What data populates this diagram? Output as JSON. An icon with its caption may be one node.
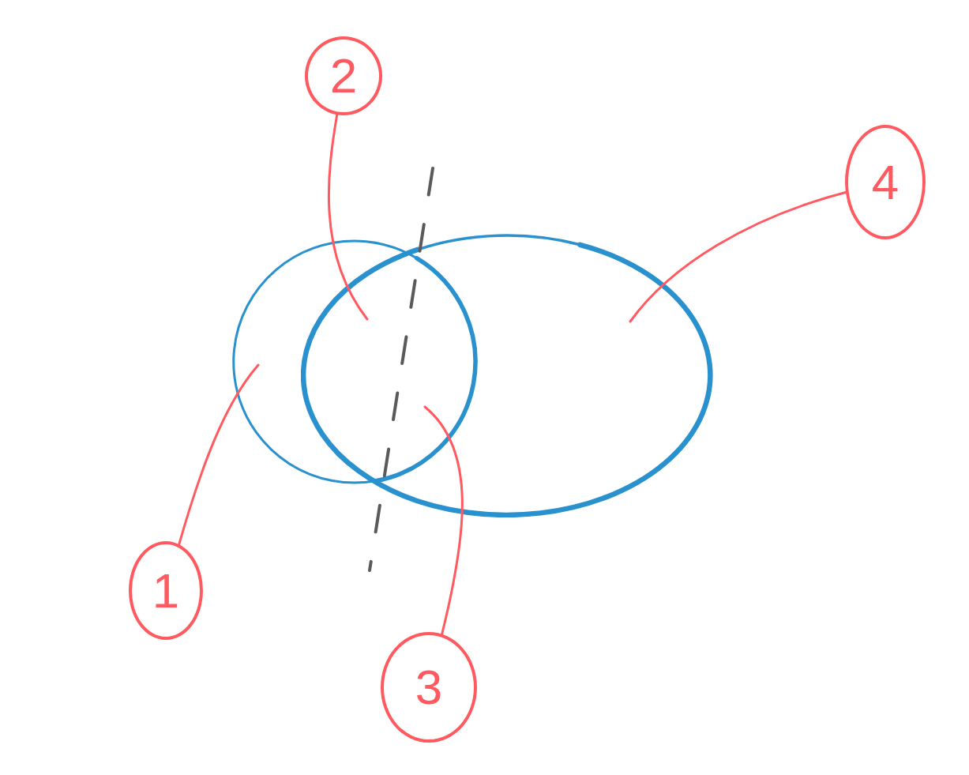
{
  "diagram": {
    "nodes": [
      {
        "text": [],
        "shape": "circle"
      },
      {
        "text": [],
        "shape": "ellipse"
      },
      {
        "text": [
          "1"
        ]
      },
      {
        "text": [
          "2"
        ]
      },
      {
        "text": [
          "3"
        ]
      },
      {
        "text": [
          "4"
        ]
      }
    ],
    "edges": [
      {
        "from": 2,
        "to": 0,
        "arrow": "none"
      },
      {
        "from": 3,
        "to": 0,
        "arrow": "none"
      },
      {
        "from": 4,
        "to": 0,
        "arrow": "none"
      },
      {
        "from": 5,
        "to": 1,
        "arrow": "none"
      }
    ]
  }
}
